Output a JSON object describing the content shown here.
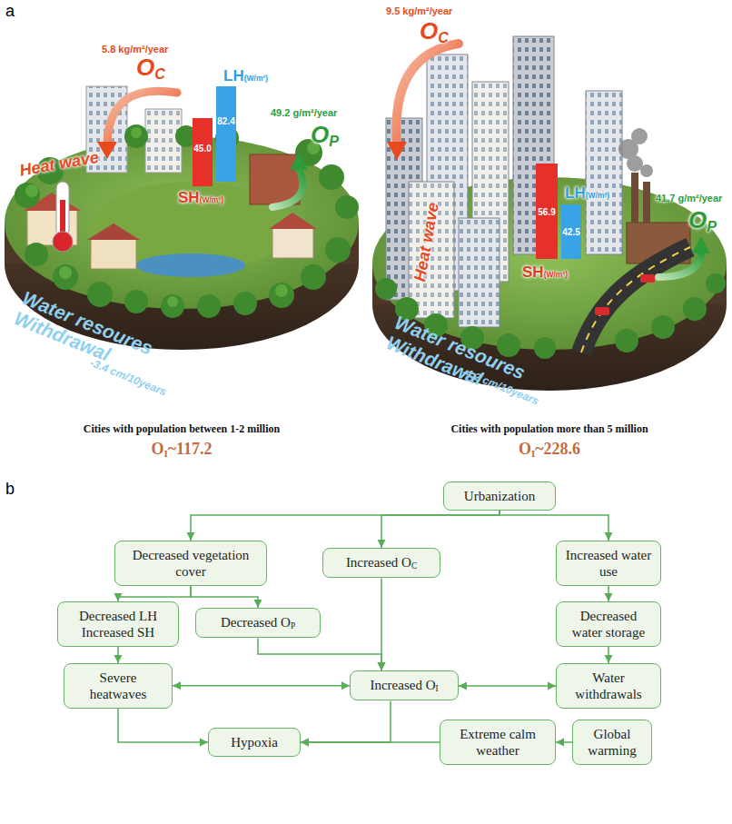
{
  "diagram": {
    "nodes": [
      {
        "text": [
          "Urbanization"
        ]
      },
      {
        "text": [
          "Decreased vegetation cover"
        ]
      },
      {
        "text": [
          "Increased OC"
        ]
      },
      {
        "text": [
          "Increased water use"
        ]
      },
      {
        "text": [
          "Decreased LH Increased SH"
        ]
      },
      {
        "text": [
          "Decreased OP"
        ]
      },
      {
        "text": [
          "Decreased water storage"
        ]
      },
      {
        "text": [
          "Severe heatwaves"
        ]
      },
      {
        "text": [
          "Increased OI"
        ]
      },
      {
        "text": [
          "Water withdrawals"
        ]
      },
      {
        "text": [
          "Hypoxia"
        ]
      },
      {
        "text": [
          "Extreme calm weather"
        ]
      },
      {
        "text": [
          "Global warming"
        ]
      }
    ],
    "edges": [
      {
        "from": 0,
        "to": 1,
        "arrow": "to"
      },
      {
        "from": 0,
        "to": 2,
        "arrow": "to"
      },
      {
        "from": 0,
        "to": 3,
        "arrow": "to"
      },
      {
        "from": 1,
        "to": 4,
        "arrow": "to"
      },
      {
        "from": 1,
        "to": 5,
        "arrow": "to"
      },
      {
        "from": 3,
        "to": 6,
        "arrow": "to"
      },
      {
        "from": 6,
        "to": 9,
        "arrow": "to"
      },
      {
        "from": 4,
        "to": 7,
        "arrow": "to"
      },
      {
        "from": 5,
        "to": 8,
        "arrow": "to"
      },
      {
        "from": 2,
        "to": 8,
        "arrow": "to"
      },
      {
        "from": 7,
        "to": 8,
        "arrow": "both"
      },
      {
        "from": 8,
        "to": 9,
        "arrow": "both"
      },
      {
        "from": 7,
        "to": 10,
        "arrow": "to"
      },
      {
        "from": 8,
        "to": 10,
        "arrow": "to"
      },
      {
        "from": 11,
        "to": 10,
        "arrow": "to"
      },
      {
        "from": 12,
        "to": 11,
        "arrow": "to"
      }
    ],
    "labels": [
      "a",
      "5.8 kg/m²/year",
      "OC",
      "49.2 g/m²/year",
      "OP",
      "LH(W/m²)",
      "82.4",
      "45.0",
      "SH(W/m²)",
      "Heat wave",
      "Water resoures Withdrawal",
      "-3.4 cm/10years",
      "Cities with population between 1-2 million",
      "OI~117.2",
      "9.5 kg/m²/year",
      "OC",
      "41.7 g/m²/year",
      "OP",
      "Heat wave",
      "56.9",
      "LH(W/m²)",
      "42.5",
      "SH(W/m²)",
      "Water resoures Withdrawal",
      "-4.2 cm/10years",
      "Cities with population more than 5 million",
      "OI~228.6",
      "b"
    ]
  }
}
